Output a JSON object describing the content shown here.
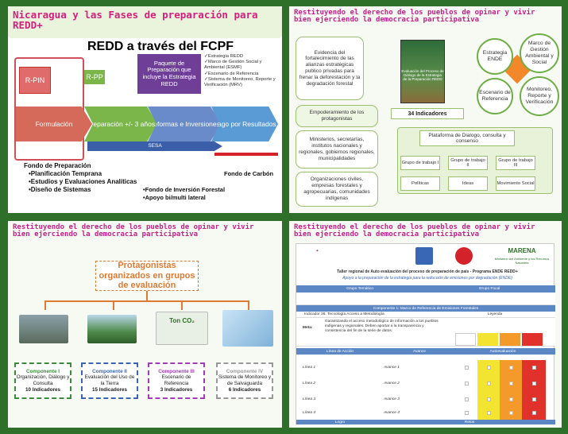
{
  "slide1": {
    "title": "Nicaragua y las Fases de preparación para REDD+",
    "heading": "REDD a través del FCPF",
    "rpin": "R-PIN",
    "rpp": "R-PP",
    "paquete": "Paquete de Preparación que incluye la Estrategia REDD",
    "checklist": [
      "✓Estrategia REDD",
      "✓Marco de Gestión Social y Ambiental (ESMF)",
      "✓Escenario de Referencia",
      "✓Sistema de Monitoreo, Reporte y Verificación (MRV)"
    ],
    "phases": [
      "Formulación",
      "Preparación +/- 3 años",
      "Reformas e Inversiones",
      "Pago por Resultados"
    ],
    "sesa": "SESA",
    "fondo_prep_title": "Fondo de Preparación",
    "fondo_prep_items": [
      "•Planificación Temprana",
      "•Estudios y Evaluaciones Analíticas",
      "•Diseño de Sistemas"
    ],
    "fondo_carbon": "Fondo de Carbón",
    "fondo_inv": [
      "•Fondo de Inversión Forestal",
      "•Apoyo bi/multi lateral"
    ]
  },
  "slide2": {
    "title": "Restituyendo el derecho de los pueblos de opinar y vivir bien  ejerciendo la democracia participativa",
    "evidencia": "Evidencia del fortalecimiento de las alianzas estratégicas publico privadas para frenar la deforestación y la degradación forestal",
    "empoderamiento": "Empoderamiento de los protagonistas",
    "ministerios": "Ministerios, secretarías, institutos nacionales y regionales, gobiernos regionales, municipalidades",
    "organizaciones": "Organizaciones civiles, empresas forestales y agropecuarias, comunidades indígenas",
    "book": "Evaluación del Proceso de Diálogo de la Estrategia de la Preparación REDD",
    "indicadores": "34 Indicadores",
    "circles": [
      "Estrategia ENDE",
      "Marco de Gestión Ambiental y Social",
      "Escenario de Referencia",
      "Monitoreo, Reporte y Verificación"
    ],
    "plataforma": "Plataforma de Dialogo, consulta y consenso",
    "grupos": [
      "Grupo de trabajo I",
      "Grupo de trabajo II",
      "Grupo de trabajo III"
    ],
    "subgrupos": [
      "Políticas",
      "Ideas",
      "Movimiento Social"
    ]
  },
  "slide3": {
    "title": "Restituyendo el derecho de los pueblos de opinar y vivir bien  ejerciendo la democracia participativa",
    "protag": "Protagonistas organizados en grupos de evaluación",
    "ton": "Ton CO₂",
    "components": [
      {
        "name": "Componente I",
        "desc": "Organización, Diálogo y Consulta",
        "ind": "10 Indicadores",
        "color": "#3b8c3b"
      },
      {
        "name": "Componente II",
        "desc": "Evaluación del Uso de la Tierra",
        "ind": "15 Indicadores",
        "color": "#3a67b5"
      },
      {
        "name": "Componente III",
        "desc": "Escenario de Referencia",
        "ind": "3 Indicadores",
        "color": "#a23bb5"
      },
      {
        "name": "Componente IV",
        "desc": "Sistema de Monitoreo y de Salvaguarda",
        "ind": "6 Indicadores",
        "color": "#999999"
      }
    ]
  },
  "slide4": {
    "title": "Restituyendo el derecho de los pueblos de opinar y vivir bien  ejerciendo la democracia participativa",
    "marena": "MARENA",
    "marena_sub": "Ministerio del Ambiente y los Recursos Naturales",
    "taller": "Taller regional de Auto evaluación del proceso de preparación de país - Programa ENDE REDD+",
    "taller_sub": "Apoyo a la preparación de la estrategia para la reducción de emisiones por degradación (ENDE)",
    "grupo_tematico": "Grupo Temático",
    "grupo_focal": "Grupo Focal",
    "componente_row": "Componente 1: Marco de Referencia de Emisiones Forestales",
    "indicador": "Indicador 26: Tecnología Acceso a Metodología",
    "leyenda": "Leyenda",
    "meta_label": "Meta:",
    "meta": "Garantizando el acceso metodológico de información a los pueblos indígenas y regionales. Deben aportar a la transparencia y consistencia del fin de la serie de datos.",
    "linea_accion": "Línea de Acción",
    "avance": "Avance",
    "autoevaluacion": "Autoevaluación",
    "lines": [
      "Línea 1",
      "Línea 2",
      "Línea 3",
      "Línea 4"
    ],
    "avances": [
      "Avance 1",
      "Avance 2",
      "Avance 3",
      "Avance 4"
    ],
    "footer_left": "Logro",
    "footer_right": "Retos"
  }
}
